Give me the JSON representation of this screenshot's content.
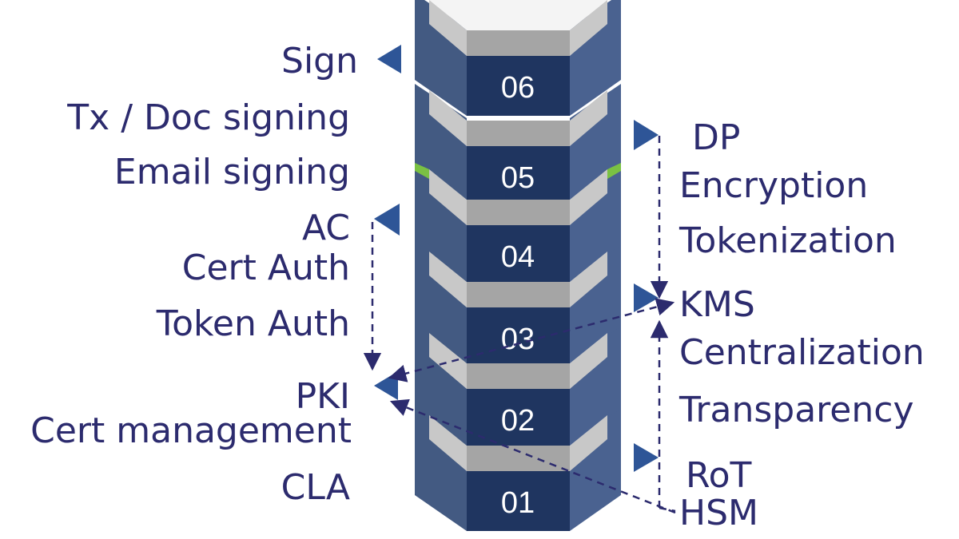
{
  "colors": {
    "text": "#2c2b6e",
    "marker": "#2e5597",
    "front": "#1f3560",
    "side_left": "#435a82",
    "side_right": "#4a6290",
    "band_light": "#c8c8c8",
    "band_dark": "#a5a5a5",
    "accent": "#7ac143"
  },
  "layers": [
    {
      "number": "06",
      "marker_side": "left",
      "labels": [
        "Sign"
      ]
    },
    {
      "number": "05",
      "labels": []
    },
    {
      "number": "04",
      "marker_side": "left",
      "labels": [
        "AC"
      ]
    },
    {
      "number": "03",
      "labels": []
    },
    {
      "number": "02",
      "labels": []
    },
    {
      "number": "01",
      "labels": []
    }
  ],
  "left_labels": {
    "sign": "Sign",
    "tx_doc": "Tx / Doc signing",
    "email": "Email signing",
    "ac": "AC",
    "cert_auth": "Cert Auth",
    "token_auth": "Token Auth",
    "pki": "PKI",
    "cert_mgmt": "Cert management",
    "cla": "CLA"
  },
  "right_labels": {
    "dp": "DP",
    "encryption": "Encryption",
    "tokenization": "Tokenization",
    "kms": "KMS",
    "centralization": "Centralization",
    "transparency": "Transparency",
    "rot": "RoT",
    "hsm": "HSM"
  }
}
